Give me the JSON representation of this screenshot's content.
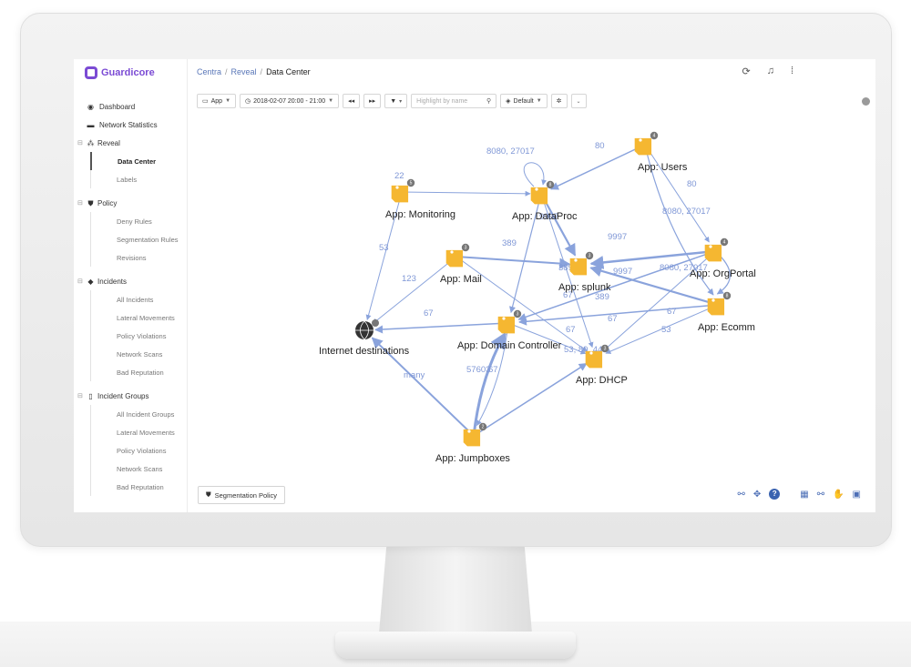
{
  "app": {
    "brand": "Guardicore",
    "accent_color": "#7b4bd4",
    "link_color": "#5a77b8"
  },
  "breadcrumb": [
    "Centra",
    "Reveal",
    "Data Center"
  ],
  "header_icons": [
    "refresh-icon",
    "bell-icon",
    "qr-icon"
  ],
  "sidebar": {
    "items": [
      {
        "label": "Dashboard",
        "icon": "dashboard-icon"
      },
      {
        "label": "Network Statistics",
        "icon": "stats-icon"
      },
      {
        "label": "Reveal",
        "icon": "reveal-icon",
        "expanded": true,
        "children": [
          {
            "label": "Data Center",
            "active": true
          },
          {
            "label": "Labels"
          }
        ]
      },
      {
        "label": "Policy",
        "icon": "shield-icon",
        "expanded": true,
        "children": [
          {
            "label": "Deny Rules"
          },
          {
            "label": "Segmentation Rules"
          },
          {
            "label": "Revisions"
          }
        ]
      },
      {
        "label": "Incidents",
        "icon": "incidents-icon",
        "expanded": true,
        "children": [
          {
            "label": "All Incidents"
          },
          {
            "label": "Lateral Movements"
          },
          {
            "label": "Policy Violations"
          },
          {
            "label": "Network Scans"
          },
          {
            "label": "Bad Reputation"
          }
        ]
      },
      {
        "label": "Incident Groups",
        "icon": "incident-groups-icon",
        "expanded": true,
        "children": [
          {
            "label": "All Incident Groups"
          },
          {
            "label": "Lateral Movements"
          },
          {
            "label": "Policy Violations"
          },
          {
            "label": "Network Scans"
          },
          {
            "label": "Bad Reputation"
          }
        ]
      }
    ]
  },
  "toolbar": {
    "group_by": "App",
    "time_range": "2018-02-07 20:00 - 21:00",
    "search_placeholder": "Highlight by name",
    "layout": "Default"
  },
  "graph": {
    "edge_color": "#8aa3dc",
    "tag_color": "#f5b731",
    "nodes": [
      {
        "id": "users",
        "label": "App: Users",
        "badge": "4"
      },
      {
        "id": "monitoring",
        "label": "App: Monitoring",
        "badge": "5"
      },
      {
        "id": "dataproc",
        "label": "App: DataProc",
        "badge": "8"
      },
      {
        "id": "mail",
        "label": "App: Mail",
        "badge": "3"
      },
      {
        "id": "splunk",
        "label": "App: splunk",
        "badge": "3"
      },
      {
        "id": "orgportal",
        "label": "App: OrgPortal",
        "badge": "4"
      },
      {
        "id": "ecomm",
        "label": "App: Ecomm",
        "badge": "8"
      },
      {
        "id": "internet",
        "label": "Internet destinations",
        "badge": ""
      },
      {
        "id": "domain",
        "label": "App: Domain Controller",
        "badge": "3"
      },
      {
        "id": "dhcp",
        "label": "App: DHCP",
        "badge": "3"
      },
      {
        "id": "jumpboxes",
        "label": "App: Jumpboxes",
        "badge": "2"
      }
    ],
    "edge_labels": [
      "8080, 27017",
      "80",
      "22",
      "80",
      "8080, 27017",
      "9997",
      "9997",
      "389",
      "53",
      "123",
      "9997",
      "389",
      "8080, 27017",
      "67",
      "389",
      "67",
      "67",
      "53",
      "67",
      "67",
      "53, 80, 443",
      "many",
      "57603",
      "67"
    ]
  },
  "footer": {
    "segmentation_label": "Segmentation Policy",
    "tools": [
      "share-icon",
      "move-icon",
      "help-icon",
      "table-icon",
      "link-icon",
      "pan-icon",
      "legend-icon"
    ]
  }
}
